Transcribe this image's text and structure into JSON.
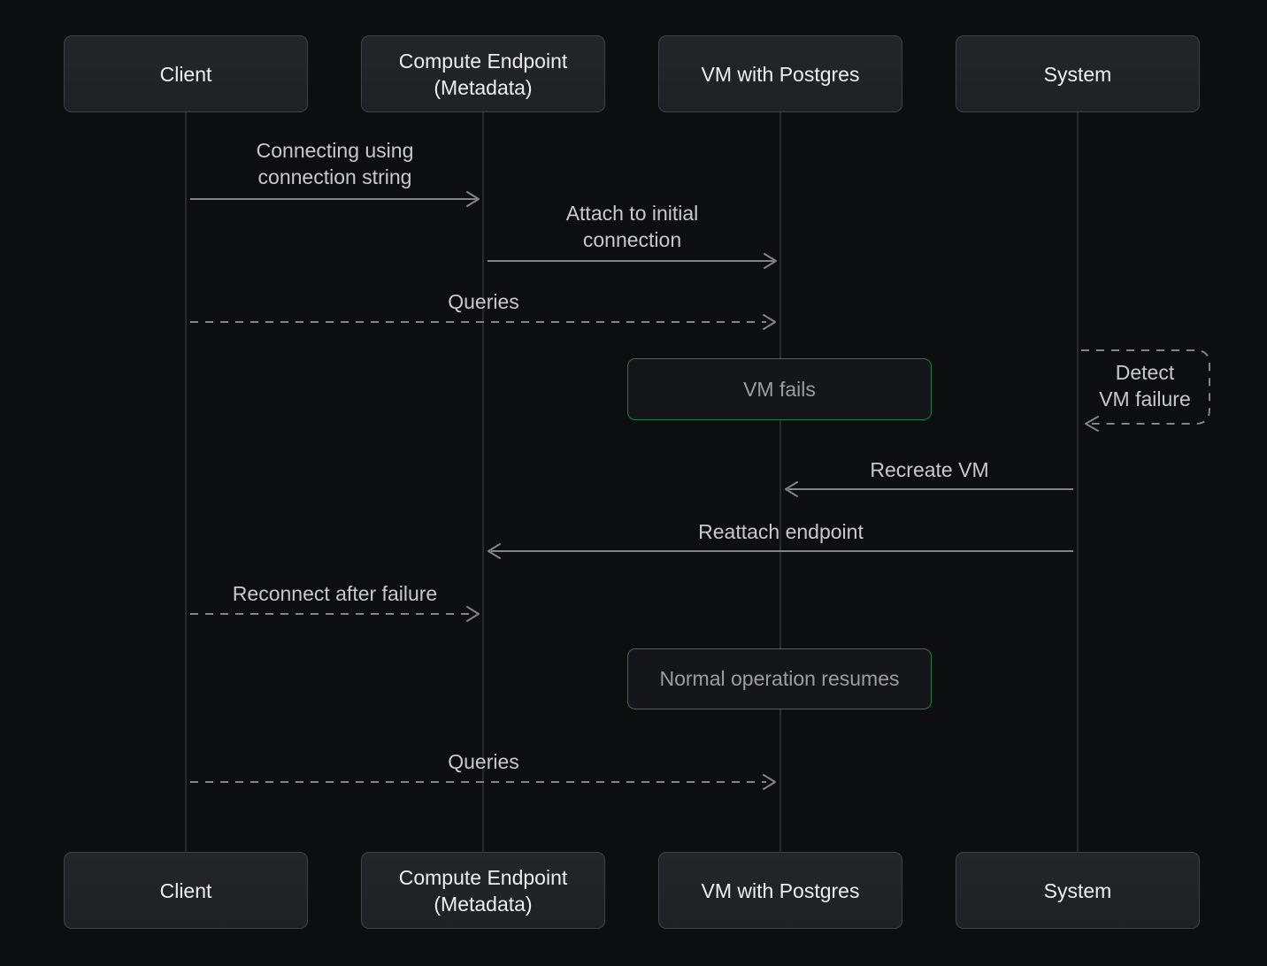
{
  "colors": {
    "background": "#0d0e10",
    "actor_box_bg": "#232529",
    "actor_box_bg2": "#1f2125",
    "actor_box_border": "#3e4147",
    "actor_text": "#edeef0",
    "lifeline": "#2a2b2e",
    "arrow": "#82848a",
    "message_text": "#c7c9cd",
    "note_border": "#1e7a52",
    "note_bg": "#141619",
    "note_text": "#9b9da2"
  },
  "actors": {
    "client": "Client",
    "compute_endpoint": "Compute Endpoint\n(Metadata)",
    "vm": "VM with Postgres",
    "system": "System"
  },
  "messages": {
    "connect": "Connecting using\nconnection string",
    "attach": "Attach to initial\nconnection",
    "queries": "Queries",
    "vm_fails": "VM fails",
    "detect": "Detect\nVM failure",
    "recreate": "Recreate VM",
    "reattach": "Reattach endpoint",
    "reconnect": "Reconnect after failure",
    "normal_resumes": "Normal operation resumes"
  }
}
